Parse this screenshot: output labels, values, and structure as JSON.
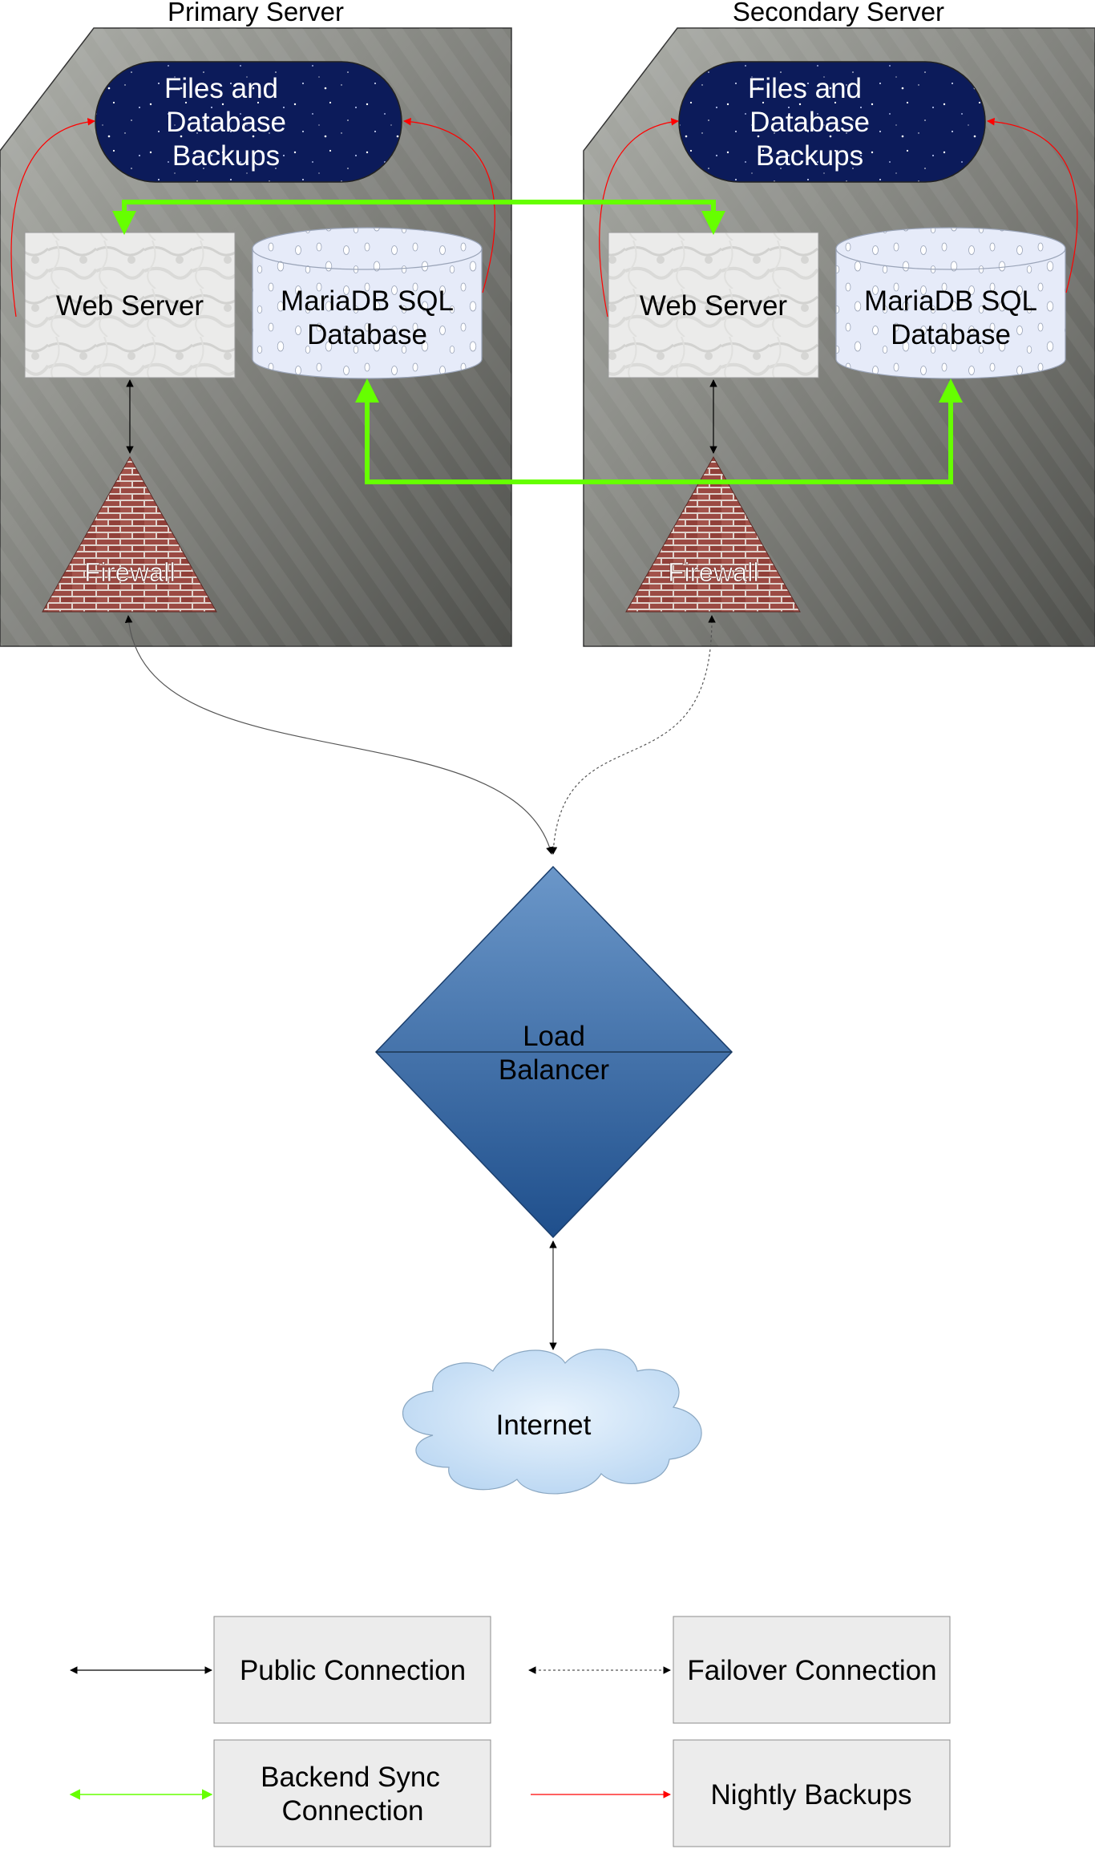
{
  "servers": [
    {
      "title": "Primary Server",
      "backups_label": [
        "Files and",
        "Database",
        "Backups"
      ],
      "web_server_label": "Web Server",
      "database_label": [
        "MariaDB SQL",
        "Database"
      ],
      "firewall_label": "Firewall"
    },
    {
      "title": "Secondary Server",
      "backups_label": [
        "Files and",
        "Database",
        "Backups"
      ],
      "web_server_label": "Web Server",
      "database_label": [
        "MariaDB SQL",
        "Database"
      ],
      "firewall_label": "Firewall"
    }
  ],
  "load_balancer_label": [
    "Load",
    "Balancer"
  ],
  "internet_label": "Internet",
  "legend": [
    {
      "label": [
        "Public Connection"
      ],
      "line_style": "solid",
      "color": "#000000"
    },
    {
      "label": [
        "Failover Connection"
      ],
      "line_style": "dotted",
      "color": "#555555"
    },
    {
      "label": [
        "Backend Sync",
        "Connection"
      ],
      "line_style": "solid",
      "color": "#66ff00"
    },
    {
      "label": [
        "Nightly Backups"
      ],
      "line_style": "solid",
      "color": "#ff0000"
    }
  ],
  "colors": {
    "public": "#000000",
    "failover": "#555555",
    "sync": "#66ff00",
    "backup": "#ff0000",
    "load_balancer": "#3e6ea6",
    "backups_store": "#0b1a5c",
    "firewall": "#9a4a44"
  }
}
